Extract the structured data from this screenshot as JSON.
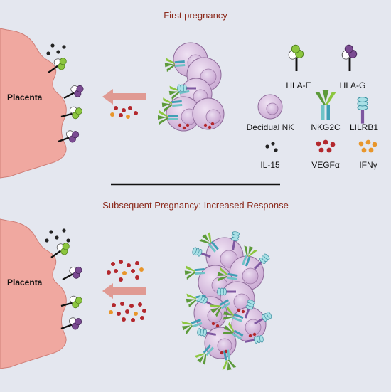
{
  "panels": {
    "top_title": "First pregnancy",
    "bottom_title": "Subsequent Pregnancy: Increased Response"
  },
  "placenta_label": "Placenta",
  "legend": {
    "hla_e": "HLA-E",
    "hla_g": "HLA-G",
    "decidual_nk": "Decidual NK",
    "nkg2c": "NKG2C",
    "lilrb1": "LILRB1",
    "il15": "IL-15",
    "vegfa": "VEGFα",
    "ifng": "IFNγ"
  },
  "colors": {
    "background": "#e4e7ef",
    "title_text": "#8b2a1c",
    "placenta": "#f0a8a0",
    "placenta_edge": "#cf7f78",
    "arrow": "#e09a93",
    "nk_cell": "#d6b9dd",
    "nk_cell_edge": "#8e6b9a",
    "hla_e": "#8cc63f",
    "hla_g": "#7b4b92",
    "nkg2c_green": "#5c9a3a",
    "nkg2c_teal": "#6fc3c7",
    "lilrb1": "#7e57a0",
    "il15": "#222222",
    "vegfa": "#b3282d",
    "ifng": "#e8962b"
  }
}
